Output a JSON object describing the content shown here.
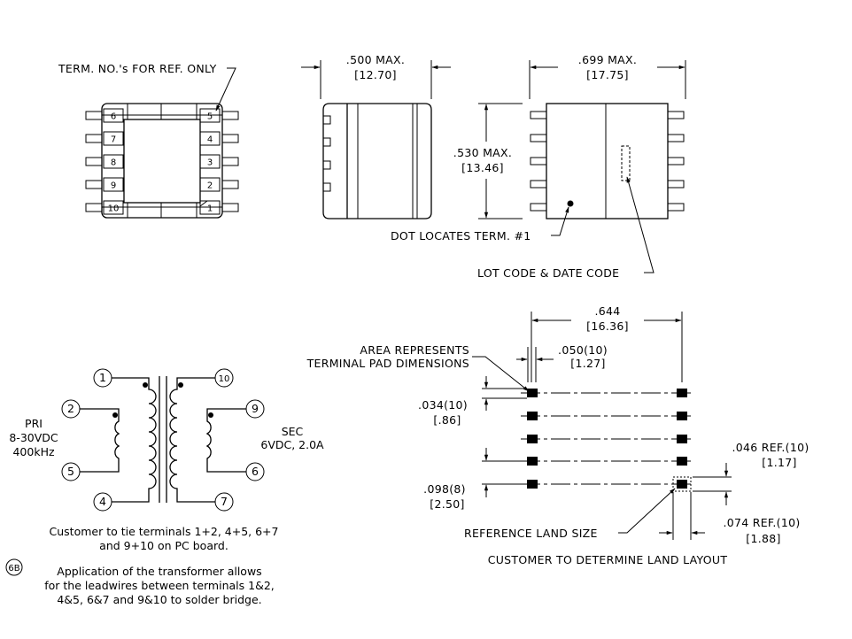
{
  "top_view": {
    "term_note": "TERM. NO.'s FOR REF. ONLY",
    "pins_left": [
      "6",
      "7",
      "8",
      "9",
      "10"
    ],
    "pins_right": [
      "5",
      "4",
      "3",
      "2",
      "1"
    ]
  },
  "side_view": {
    "width_dim": ".500 MAX.",
    "width_dim_mm": "[12.70]"
  },
  "end_view": {
    "width_dim": ".699 MAX.",
    "width_dim_mm": "[17.75]",
    "height_dim": ".530 MAX.",
    "height_dim_mm": "[13.46]",
    "dot_note": "DOT LOCATES TERM. #1",
    "lot_note": "LOT CODE & DATE CODE"
  },
  "schematic": {
    "pins": [
      "1",
      "2",
      "5",
      "4",
      "10",
      "9",
      "6",
      "7"
    ],
    "pri_label": "PRI",
    "pri_voltage": "8-30VDC",
    "pri_freq": "400kHz",
    "sec_label": "SEC",
    "sec_rating": "6VDC, 2.0A",
    "note_line1": "Customer to tie terminals 1+2, 4+5, 6+7",
    "note_line2": "and 9+10 on PC board.",
    "note_tag": "6B",
    "app_line1": "Application of the transformer allows",
    "app_line2": "for the leadwires between terminals 1&2,",
    "app_line3": "4&5, 6&7 and 9&10 to solder bridge."
  },
  "land_layout": {
    "span_dim": ".644",
    "span_dim_mm": "[16.36]",
    "area_note_1": "AREA REPRESENTS",
    "area_note_2": "TERMINAL PAD DIMENSIONS",
    "pad_width": ".050(10)",
    "pad_width_mm": "[1.27]",
    "pad_height": ".034(10)",
    "pad_height_mm": "[.86]",
    "pitch": ".098(8)",
    "pitch_mm": "[2.50]",
    "ref_height": ".046 REF.(10)",
    "ref_height_mm": "[1.17]",
    "ref_width": ".074 REF.(10)",
    "ref_width_mm": "[1.88]",
    "ref_land_note": "REFERENCE LAND SIZE",
    "footer": "CUSTOMER TO DETERMINE LAND LAYOUT"
  }
}
